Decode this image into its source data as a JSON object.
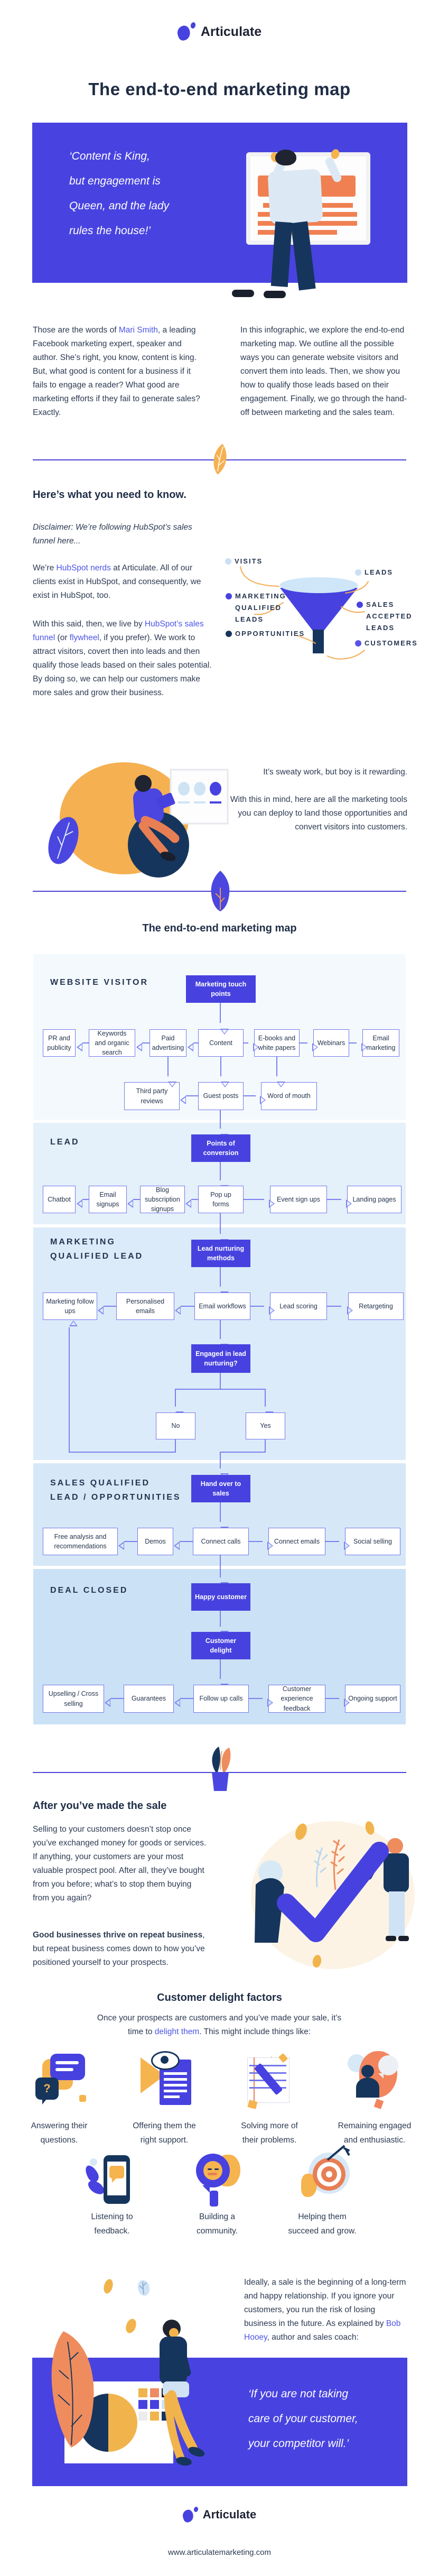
{
  "colors": {
    "accent": "#4742df",
    "link": "#4c55e6",
    "divider": "#4a44d4",
    "orange": "#f5b051",
    "band_website_visitor": "#f3f9fd",
    "band_lead": "#e4f0fa",
    "band_mql": "#dcebf9",
    "band_sql": "#d6e8f7",
    "band_deal": "#cbe1f5",
    "funnel_top": "#cfe6f8",
    "funnel_cone": "#4742df",
    "funnel_stem": "#16355c"
  },
  "brand": {
    "name": "Articulate",
    "url": "www.articulatemarketing.com"
  },
  "page_title": "The end-to-end marketing map",
  "hero": {
    "quote": [
      "‘Content is King,",
      "but engagement is",
      "Queen, and the lady",
      "rules the house!’"
    ]
  },
  "intro": {
    "left": {
      "pre": "Those are the words of ",
      "link": "Mari Smith",
      "post": ", a leading Facebook marketing expert, speaker and author. She’s right, you know, content is king. But, what good is content for a business if it fails to engage a reader? What good are marketing efforts if they fail to generate sales?",
      "tail": "Exactly."
    },
    "right": "In this infographic, we explore the end-to-end marketing map. We outline all the possible ways you can generate website visitors and convert them into leads. Then, we show you how to qualify those leads based on their engagement. Finally, we go through the hand-off between marketing and the sales team."
  },
  "know": {
    "heading": "Here’s what you need to know.",
    "disclaimer": "Disclaimer: We’re following HubSpot’s sales funnel here...",
    "p1": {
      "pre": "We’re ",
      "link": "HubSpot nerds",
      "post": " at Articulate. All of our clients exist in HubSpot, and consequently, we exist in HubSpot, too."
    },
    "p2": {
      "pre": "With this said, then, we live by ",
      "link1": "HubSpot’s sales funnel",
      "mid": " (or ",
      "link2": "flywheel",
      "post": ", if you prefer). We work to attract visitors, covert then into leads and then qualify those leads based on their sales potential. By doing so, we can help our customers make more sales and grow their business."
    }
  },
  "funnel": {
    "labels": [
      {
        "text": "VISITS",
        "color": "#c9dff5"
      },
      {
        "text": "LEADS",
        "color": "#c9dff5"
      },
      {
        "text": "MARKETING QUALIFIED LEADS",
        "color": "#4742df"
      },
      {
        "text": "SALES ACCEPTED LEADS",
        "color": "#4742df"
      },
      {
        "text": "OPPORTUNITIES",
        "color": "#16355c"
      },
      {
        "text": "CUSTOMERS",
        "color": "#5a52e8"
      }
    ]
  },
  "sweaty": {
    "p1": "It’s sweaty work, but boy is it rewarding.",
    "p2": "With this in mind, here are all the marketing tools you can deploy to land those opportunities and convert visitors into customers."
  },
  "flowchart": {
    "title": "The end-to-end marketing map",
    "wv": {
      "label": [
        "WEBSITE VISITOR"
      ],
      "hub": "Marketing touch points",
      "row1": [
        "PR and publicity",
        "Keywords and organic search",
        "Paid advertising",
        "Content",
        "E-books and white papers",
        "Webinars",
        "Email marketing"
      ],
      "row2": [
        "Third party reviews",
        "Guest posts",
        "Word of mouth"
      ]
    },
    "lead": {
      "label": [
        "LEAD"
      ],
      "hub": "Points of conversion",
      "row": [
        "Chatbot",
        "Email signups",
        "Blog subscription signups",
        "Pop up forms",
        "Event sign ups",
        "Landing pages"
      ]
    },
    "mql": {
      "label": [
        "MARKETING",
        "QUALIFIED LEAD"
      ],
      "hub": "Lead nurturing methods",
      "decision": "Engaged in lead nurturing?",
      "no": "No",
      "yes": "Yes",
      "row": [
        "Marketing follow ups",
        "Personalised emails",
        "Email workflows",
        "Lead scoring",
        "Retargeting"
      ]
    },
    "sql": {
      "label": [
        "SALES QUALIFIED",
        "LEAD / OPPORTUNITIES"
      ],
      "hub": "Hand over to sales",
      "row": [
        "Free analysis and recommendations",
        "Demos",
        "Connect calls",
        "Connect emails",
        "Social selling"
      ]
    },
    "deal": {
      "label": [
        "DEAL CLOSED"
      ],
      "hub_happy": "Happy customer",
      "hub_delight": "Customer delight",
      "row": [
        "Upselling / Cross selling",
        "Guarantees",
        "Follow up calls",
        "Customer experience feedback",
        "Ongoing support"
      ]
    }
  },
  "aftersale": {
    "heading": "After you’ve made the sale",
    "p1": "Selling to your customers doesn’t stop once you’ve exchanged money for goods or services. If anything, your customers are your most valuable prospect pool. After all, they’ve bought from you before; what’s to stop them buying from you again?",
    "p2_bold": "Good businesses thrive on repeat business",
    "p2_rest": ", but repeat business comes down to how you’ve positioned yourself to your prospects."
  },
  "delight": {
    "heading": "Customer delight factors",
    "intro": {
      "pre": "Once your prospects are customers and you’ve made your sale, it’s time to ",
      "link": "delight them",
      "post": ". This might include things like:"
    },
    "items": [
      {
        "l1": "Answering their",
        "l2": "questions."
      },
      {
        "l1": "Offering them the",
        "l2": "right support."
      },
      {
        "l1": "Solving more of",
        "l2": "their problems."
      },
      {
        "l1": "Remaining engaged",
        "l2": "and enthusiastic."
      },
      {
        "l1": "Listening to",
        "l2": "feedback."
      },
      {
        "l1": "Building a",
        "l2": "community."
      },
      {
        "l1": "Helping them",
        "l2": "succeed and grow."
      }
    ]
  },
  "ideally": {
    "pre": "Ideally, a sale is the beginning of a long-term and happy relationship. If you ignore your customers, you run the risk of losing business in the future. As explained by ",
    "link": "Bob Hooey",
    "post": ", author and sales coach:"
  },
  "outro": {
    "quote": [
      "‘If you are not taking",
      "care of your customer,",
      "your competitor will.’"
    ]
  }
}
